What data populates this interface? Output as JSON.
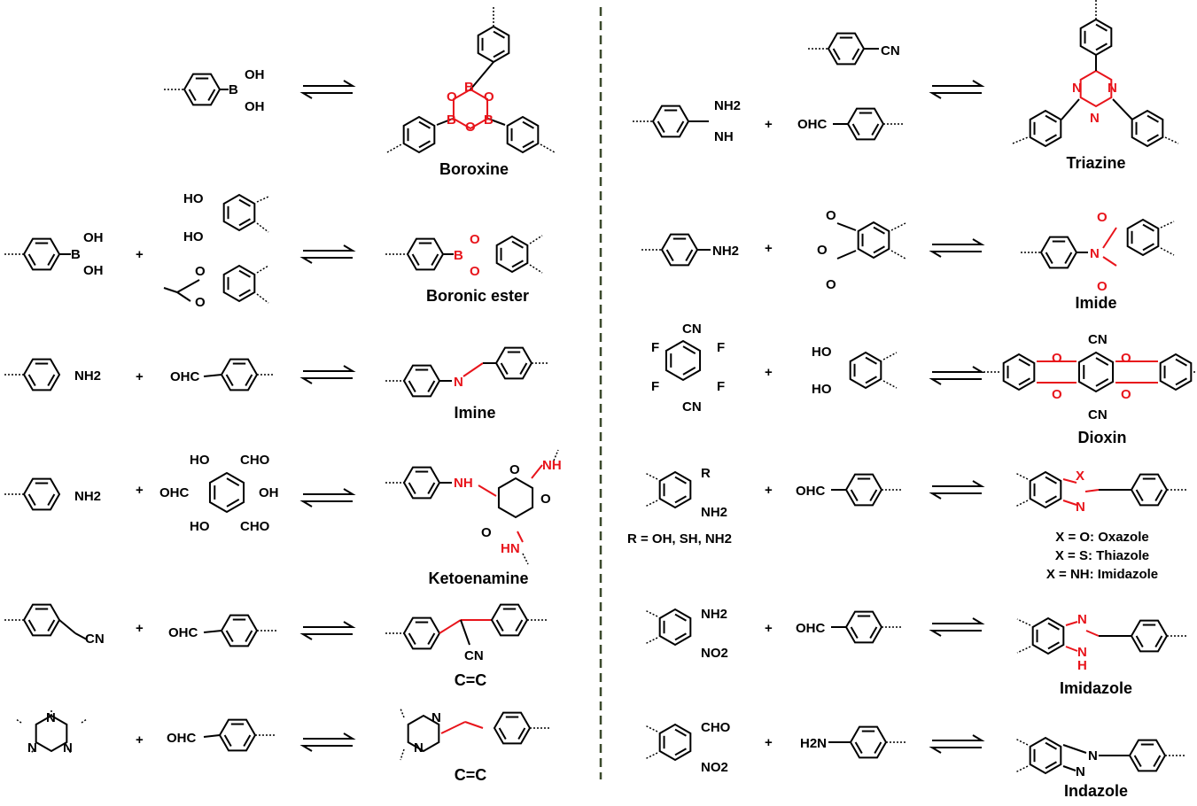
{
  "colors": {
    "bond": "#000000",
    "highlight": "#e8141b",
    "divider": "#3b4a2c"
  },
  "left": [
    {
      "product": "Boroxine",
      "labels": {
        "oh1": "OH",
        "b": "B",
        "oh2": "OH",
        "pb1": "B",
        "pb2": "B",
        "pb3": "B",
        "po1": "O",
        "po2": "O",
        "po3": "O"
      }
    },
    {
      "product": "Boronic ester",
      "labels": {
        "oh1": "OH",
        "b": "B",
        "oh2": "OH",
        "plus": "+",
        "ho1": "HO",
        "ho2": "HO",
        "o1": "O",
        "o2": "O",
        "pb": "B",
        "po1": "O",
        "po2": "O"
      }
    },
    {
      "product": "Imine",
      "labels": {
        "nh2": "NH2",
        "plus": "+",
        "ohc": "OHC",
        "n": "N"
      }
    },
    {
      "product": "Ketoenamine",
      "labels": {
        "nh2": "NH2",
        "plus": "+",
        "ho1": "HO",
        "cho1": "CHO",
        "ohc": "OHC",
        "oh": "OH",
        "ho2": "HO",
        "cho2": "CHO",
        "nh1": "NH",
        "nh2p": "NH",
        "hn": "HN",
        "o1": "O",
        "o2": "O",
        "o3": "O"
      }
    },
    {
      "product": "C=C",
      "labels": {
        "cn": "CN",
        "plus": "+",
        "ohc": "OHC",
        "pcn": "CN"
      }
    },
    {
      "product": "C=C",
      "labels": {
        "n": "N",
        "plus": "+",
        "ohc": "OHC",
        "pn": "N"
      }
    }
  ],
  "right": [
    {
      "product": "Triazine",
      "labels": {
        "nh2": "NH2",
        "nh": "NH",
        "plus": "+",
        "cn": "CN",
        "ohc": "OHC",
        "n": "N"
      }
    },
    {
      "product": "Imide",
      "labels": {
        "nh2": "NH2",
        "plus": "+",
        "o": "O",
        "pn": "N",
        "po": "O"
      }
    },
    {
      "product": "Dioxin",
      "labels": {
        "cn": "CN",
        "f": "F",
        "plus": "+",
        "ho1": "HO",
        "ho2": "HO",
        "po": "O"
      }
    },
    {
      "product": "",
      "labels": {
        "r": "R",
        "nh2": "NH2",
        "rdef": "R = OH, SH, NH2",
        "plus": "+",
        "ohc": "OHC",
        "x": "X",
        "n": "N"
      },
      "variants": [
        "X = O: Oxazole",
        "X = S: Thiazole",
        "X = NH: Imidazole"
      ]
    },
    {
      "product": "Imidazole",
      "labels": {
        "nh2": "NH2",
        "no2": "NO2",
        "plus": "+",
        "ohc": "OHC",
        "n": "N",
        "nh": "N",
        "h": "H"
      }
    },
    {
      "product": "Indazole",
      "labels": {
        "cho": "CHO",
        "no2": "NO2",
        "plus": "+",
        "h2n": "H2N",
        "n1": "N",
        "n2": "N"
      }
    }
  ]
}
